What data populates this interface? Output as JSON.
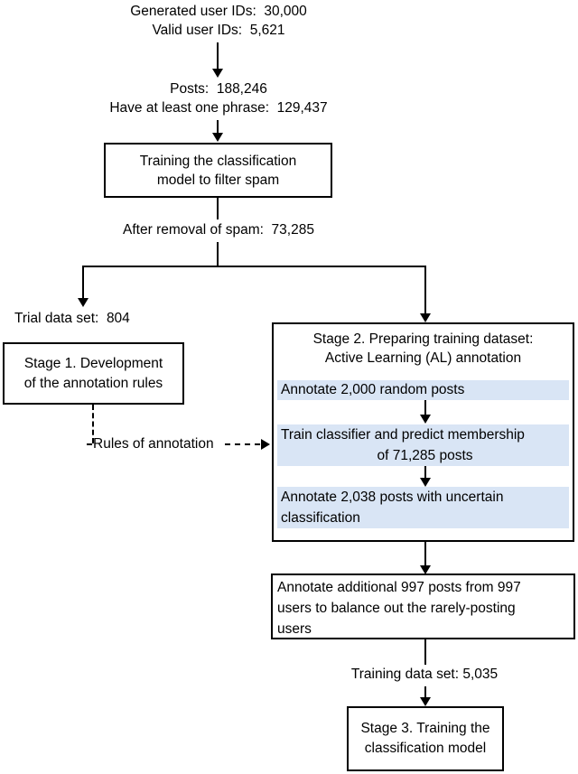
{
  "colors": {
    "ink": "#000000",
    "highlight": "#d9e5f5"
  },
  "flow": {
    "generated": {
      "line1": "Generated user IDs:  30,000",
      "line2": "Valid user IDs:  5,621"
    },
    "posts": {
      "line1": "Posts:  188,246",
      "line2": "Have at least one phrase:  129,437"
    },
    "spam_filter_box": {
      "line1": "Training the classification",
      "line2": "model to filter spam"
    },
    "after_spam": "After removal of spam:  73,285",
    "trial_set": "Trial data set:  804",
    "stage1_box": {
      "line1": "Stage 1. Development",
      "line2": "of the annotation rules"
    },
    "rules_label": "Rules of annotation",
    "stage2_box": {
      "title_line1": "Stage 2. Preparing training dataset:",
      "title_line2": "Active Learning (AL) annotation",
      "step1": "Annotate 2,000 random posts",
      "step2": {
        "line1": "Train classifier and predict membership",
        "line2": "of 71,285 posts"
      },
      "step3": {
        "line1": "Annotate 2,038 posts with uncertain",
        "line2": "classification"
      }
    },
    "balance_box": {
      "line1": "Annotate additional 997 posts from 997",
      "line2": "users to balance out the rarely-posting",
      "line3": "users"
    },
    "training_set": "Training data set: 5,035",
    "stage3_box": {
      "line1": "Stage 3. Training the",
      "line2": "classification model"
    }
  }
}
